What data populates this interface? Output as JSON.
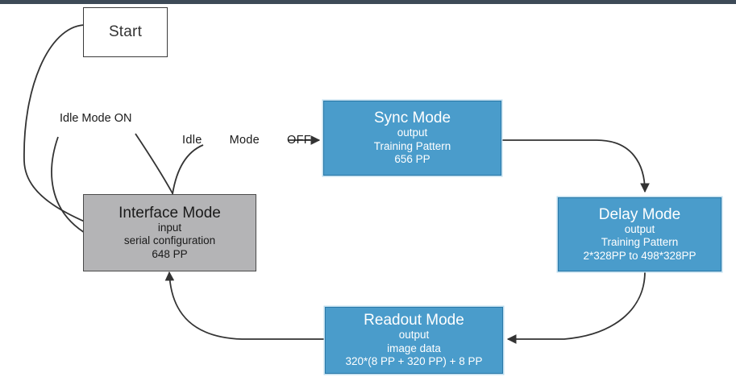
{
  "diagram": {
    "title": "Sensor operating mode state diagram",
    "background_color": "#ffffff",
    "top_band_color": "#3d4a57",
    "colors": {
      "blue_fill": "#4a9ccb",
      "blue_border": "#2b79a8",
      "blue_glow": "#bcdcee",
      "gray_fill": "#b4b4b6",
      "gray_border": "#4a4a4a",
      "start_fill": "#ffffff",
      "start_border": "#3b3b3b",
      "edge_stroke": "#333333",
      "text_dark": "#1a1a1a",
      "text_light": "#ffffff"
    },
    "nodes": {
      "start": {
        "title": "Start"
      },
      "interface_mode": {
        "title": "Interface Mode",
        "line1": "input",
        "line2": "serial configuration",
        "line3": "648 PP"
      },
      "sync_mode": {
        "title": "Sync Mode",
        "line1": "output",
        "line2": "Training Pattern",
        "line3": "656 PP"
      },
      "delay_mode": {
        "title": "Delay Mode",
        "line1": "output",
        "line2": "Training Pattern",
        "line3": "2*328PP to 498*328PP"
      },
      "readout_mode": {
        "title": "Readout Mode",
        "line1": "output",
        "line2": "image data",
        "line3": "320*(8 PP + 320 PP) + 8 PP"
      }
    },
    "edge_labels": {
      "idle_mode_on": "Idle Mode ON",
      "idle_mode_off": "Idle   Mode   OFF"
    }
  }
}
